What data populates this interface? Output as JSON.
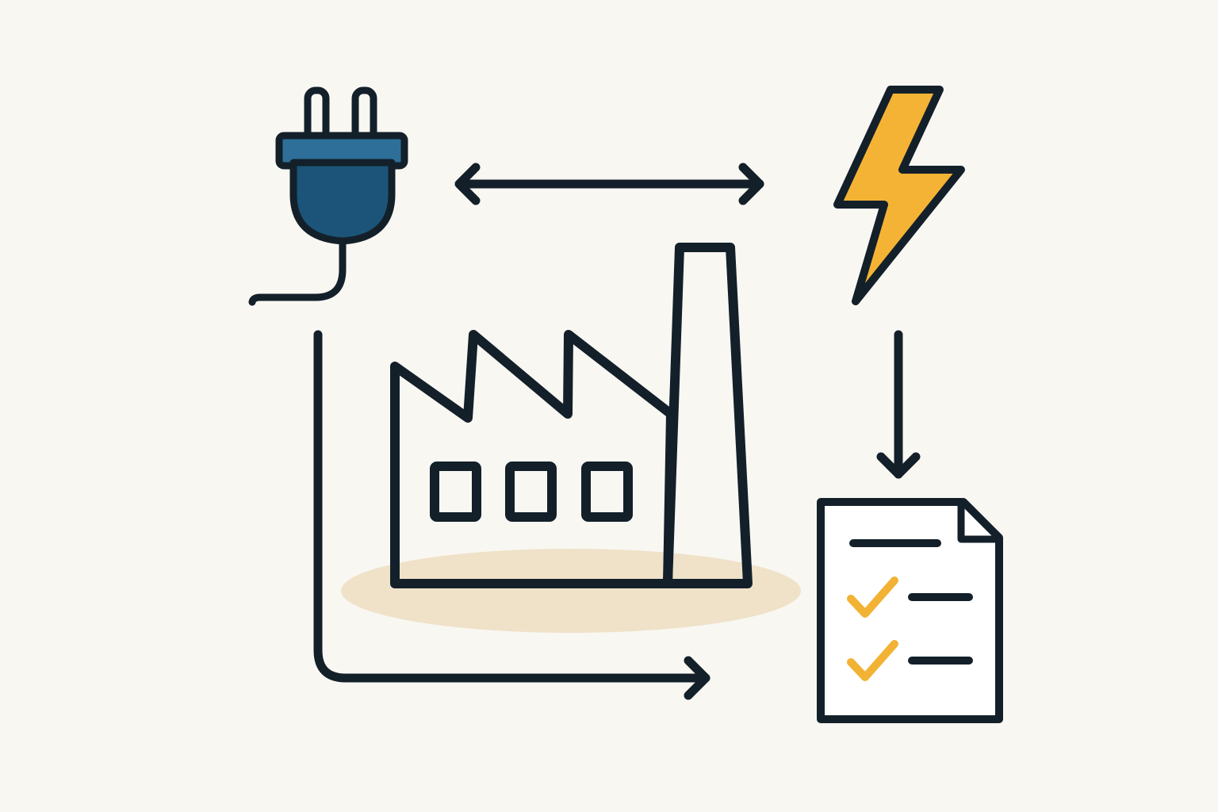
{
  "canvas": {
    "background": "#f9f7f2"
  },
  "palette": {
    "outline": "#13202a",
    "plug_fill": "#1b5478",
    "plug_band": "#2e6f9a",
    "bolt_fill": "#f5b335",
    "check_color": "#f2b234",
    "ground_shadow": "#efe2c9",
    "document_fill": "#ffffff"
  },
  "icons": [
    {
      "id": "plug",
      "name": "power-plug-icon"
    },
    {
      "id": "bolt",
      "name": "lightning-bolt-icon"
    },
    {
      "id": "factory",
      "name": "factory-icon"
    },
    {
      "id": "document",
      "name": "checklist-document-icon"
    }
  ],
  "connectors": [
    {
      "from": "plug",
      "to": "bolt",
      "style": "double-arrow"
    },
    {
      "from": "bolt",
      "to": "document",
      "style": "arrow-down"
    },
    {
      "from": "plug",
      "to": "factory",
      "style": "elbow-arrow-right"
    }
  ],
  "checklist": {
    "items": [
      {
        "checked": true
      },
      {
        "checked": true
      }
    ]
  }
}
